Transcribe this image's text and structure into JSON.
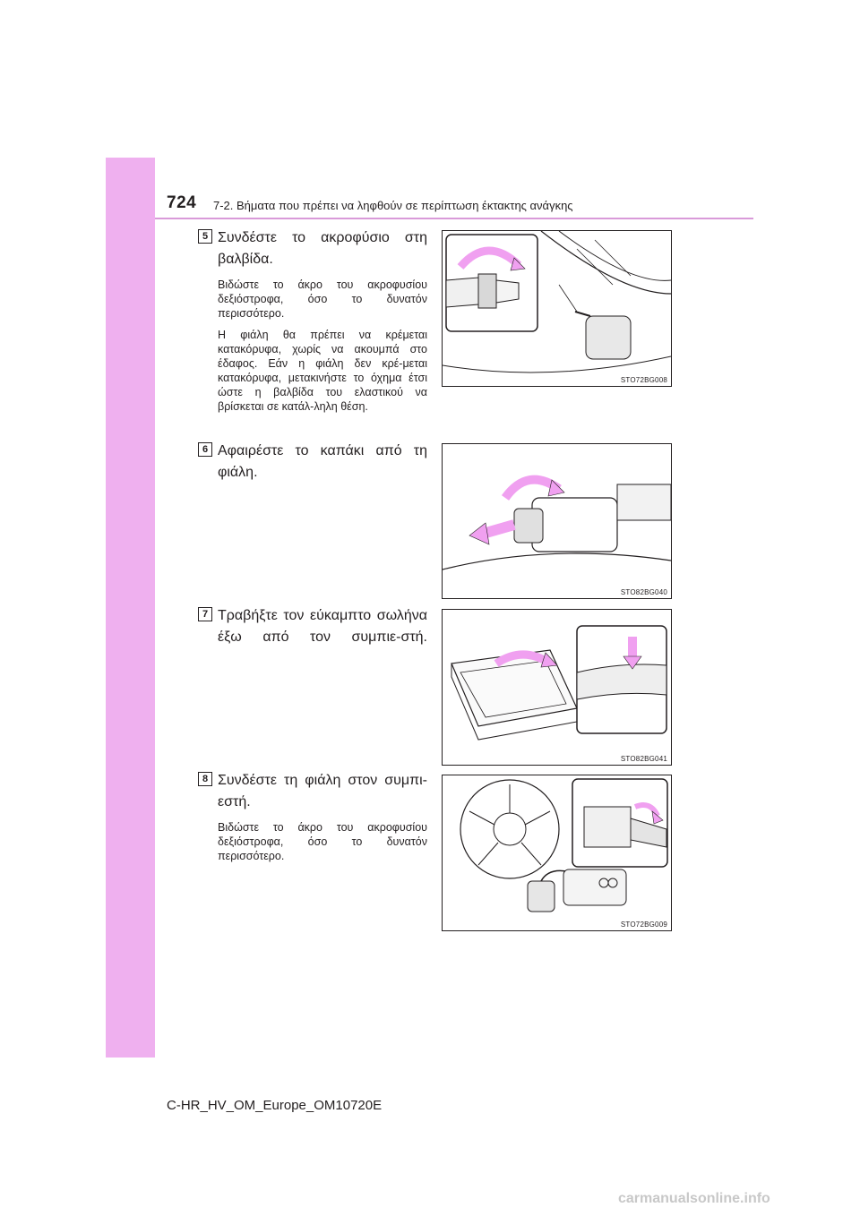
{
  "header": {
    "page_number": "724",
    "section_title": "7-2. Βήματα που πρέπει να ληφθούν σε περίπτωση έκτακτης ανάγκης"
  },
  "steps": [
    {
      "number": "5",
      "title": "Συνδέστε το ακροφύσιο στη βαλβίδα.",
      "notes": [
        "Βιδώστε το άκρο του ακροφυσίου δεξιόστροφα, όσο το δυνατόν περισσότερο.",
        "Η φιάλη θα πρέπει να κρέμεται κατακόρυφα, χωρίς να ακουμπά στο έδαφος. Εάν η φιάλη δεν κρέ-μεται κατακόρυφα, μετακινήστε το όχημα έτσι ώστε η βαλβίδα του ελαστικού να βρίσκεται σε κατάλ-ληλη θέση."
      ],
      "figure_code": "STO72BG008"
    },
    {
      "number": "6",
      "title": "Αφαιρέστε το καπάκι από τη φιάλη.",
      "notes": [],
      "figure_code": "STO82BG040"
    },
    {
      "number": "7",
      "title": "Τραβήξτε τον εύκαμπτο σωλήνα έξω από τον συμπιε-στή.",
      "notes": [],
      "figure_code": "STO82BG041"
    },
    {
      "number": "8",
      "title": "Συνδέστε τη φιάλη στον συμπι-εστή.",
      "notes": [
        "Βιδώστε το άκρο του ακροφυσίου δεξιόστροφα, όσο το δυνατόν περισσότερο."
      ],
      "figure_code": "STO72BG009"
    }
  ],
  "footer": {
    "doc_id": "C-HR_HV_OM_Europe_OM10720E"
  },
  "watermark": "carmanualsonline.info",
  "colors": {
    "side_bar": "#efb0ef",
    "header_rule": "#d99ad9",
    "arrow": "#f0a0f0"
  }
}
